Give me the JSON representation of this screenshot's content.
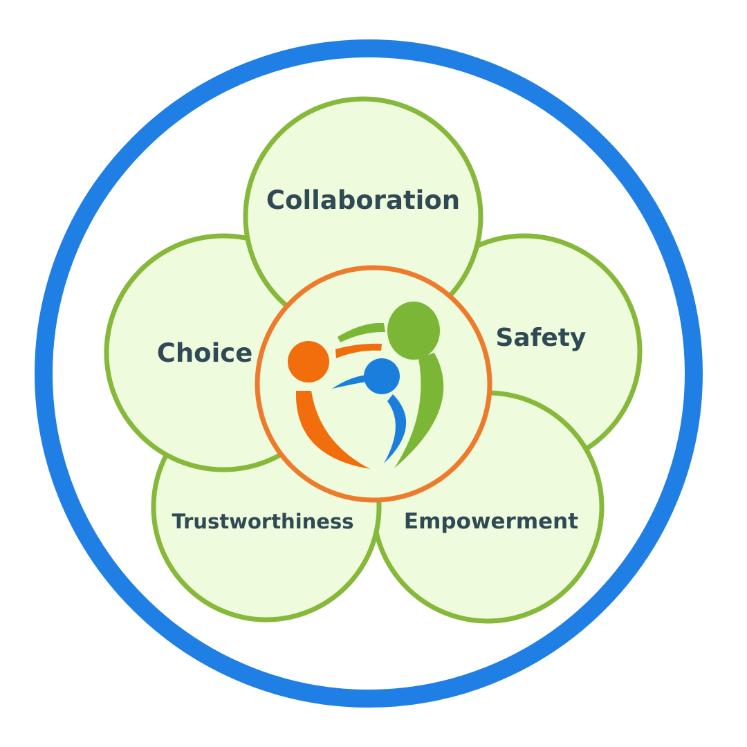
{
  "diagram": {
    "petals": [
      {
        "key": "collaboration",
        "label": "Collaboration"
      },
      {
        "key": "safety",
        "label": "Safety"
      },
      {
        "key": "empowerment",
        "label": "Empowerment"
      },
      {
        "key": "trustworthiness",
        "label": "Trustworthiness"
      },
      {
        "key": "choice",
        "label": "Choice"
      }
    ]
  },
  "colors": {
    "outer_ring": "#1f7fe5",
    "petal_fill": "#eefbdc",
    "petal_stroke": "#86b83a",
    "center_stroke": "#ee7a2b",
    "figure_orange": "#f26d0c",
    "figure_green": "#7cb637",
    "figure_blue": "#1a7fdc",
    "label_text": "#2f4a55"
  },
  "icons": {
    "center_logo": "three-people-embrace-icon"
  }
}
